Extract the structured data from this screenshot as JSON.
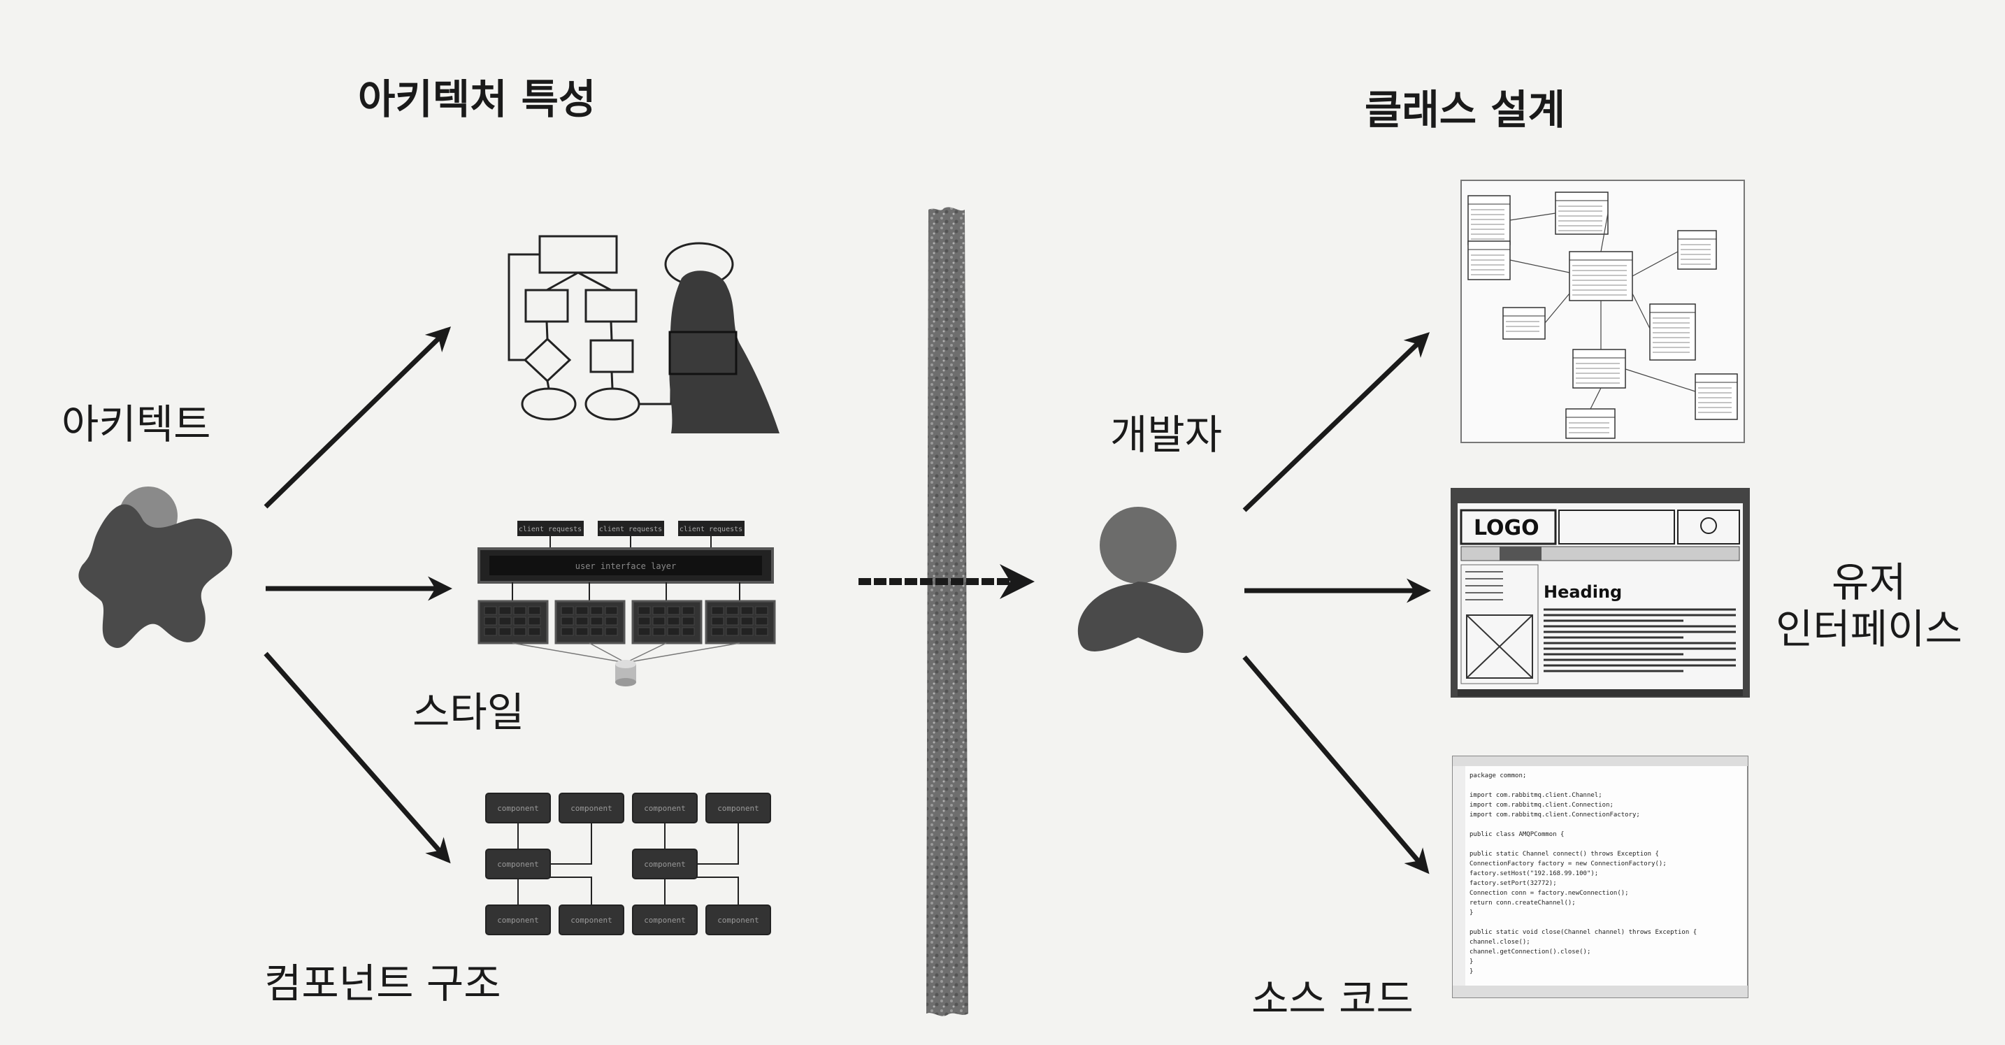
{
  "headings": {
    "architecture_traits": "아키텍처 특성",
    "class_design": "클래스 설계"
  },
  "labels": {
    "architect": "아키텍트",
    "developer": "개발자",
    "style": "스타일",
    "component_structure": "컴포넌트 구조",
    "source_code": "소스 코드",
    "user_interface": "유저\n인터페이스"
  },
  "style_diagram": {
    "requests": [
      "client requests",
      "client requests",
      "client requests"
    ],
    "ui_layer": "user interface layer"
  },
  "component_diagram": {
    "box_label": "component"
  },
  "ui_mockup": {
    "logo": "LOGO",
    "heading": "Heading"
  },
  "code_snippet": {
    "lines": [
      "package common;",
      "",
      "import com.rabbitmq.client.Channel;",
      "import com.rabbitmq.client.Connection;",
      "import com.rabbitmq.client.ConnectionFactory;",
      "",
      "public class AMQPCommon {",
      "",
      "    public static Channel connect() throws Exception {",
      "        ConnectionFactory factory = new ConnectionFactory();",
      "        factory.setHost(\"192.168.99.100\");",
      "        factory.setPort(32772);",
      "        Connection conn = factory.newConnection();",
      "        return conn.createChannel();",
      "    }",
      "",
      "    public static void close(Channel channel) throws Exception {",
      "        channel.close();",
      "        channel.getConnection().close();",
      "    }",
      "}"
    ]
  },
  "colors": {
    "ink": "#1a1a1a",
    "figure": "#4a4a4a",
    "head_gray": "#8a8a8a",
    "divider": "#7a7a7a"
  }
}
